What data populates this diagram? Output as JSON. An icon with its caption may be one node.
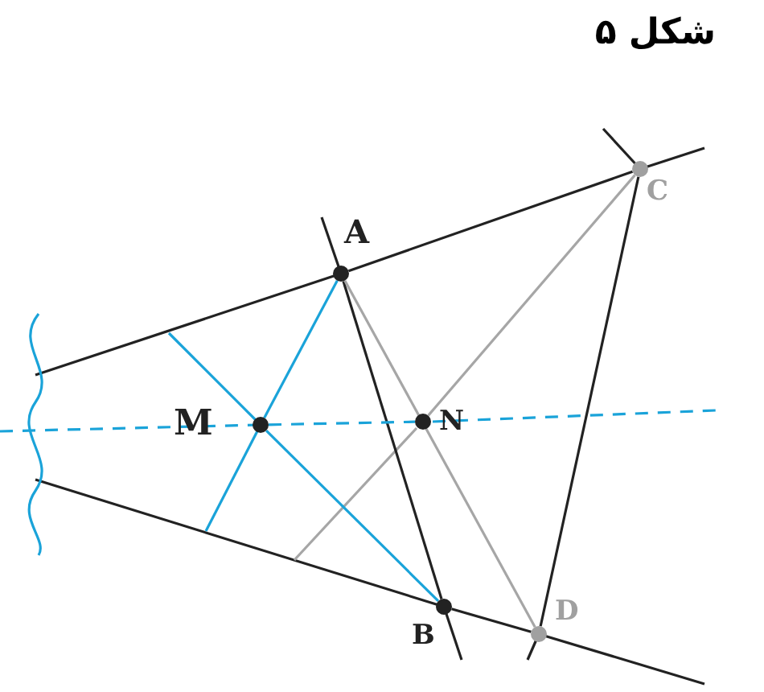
{
  "diagram": {
    "title": "شکل ۵",
    "nodes": [
      {
        "text": [
          "A"
        ]
      },
      {
        "text": [
          "M"
        ]
      },
      {
        "text": [
          "N"
        ]
      },
      {
        "text": [
          "B"
        ]
      },
      {
        "text": [
          "C"
        ]
      },
      {
        "text": [
          "D"
        ]
      }
    ],
    "edges": [
      {
        "from": 0,
        "to": 4,
        "arrow": "none"
      },
      {
        "from": 3,
        "to": 5,
        "arrow": "none"
      },
      {
        "from": 0,
        "to": 3,
        "arrow": "none"
      },
      {
        "from": 4,
        "to": 5,
        "arrow": "none"
      },
      {
        "from": 0,
        "to": 1,
        "arrow": "none",
        "color": "#1aa3d9"
      },
      {
        "from": 1,
        "to": 3,
        "arrow": "none",
        "color": "#1aa3d9"
      },
      {
        "from": 0,
        "to": 5,
        "arrow": "none",
        "color": "#a6a6a6"
      },
      {
        "from": 4,
        "to": 2,
        "arrow": "none",
        "color": "#a6a6a6"
      },
      {
        "from": 1,
        "to": 2,
        "arrow": "none",
        "style": "dashed",
        "color": "#1aa3d9"
      }
    ]
  }
}
